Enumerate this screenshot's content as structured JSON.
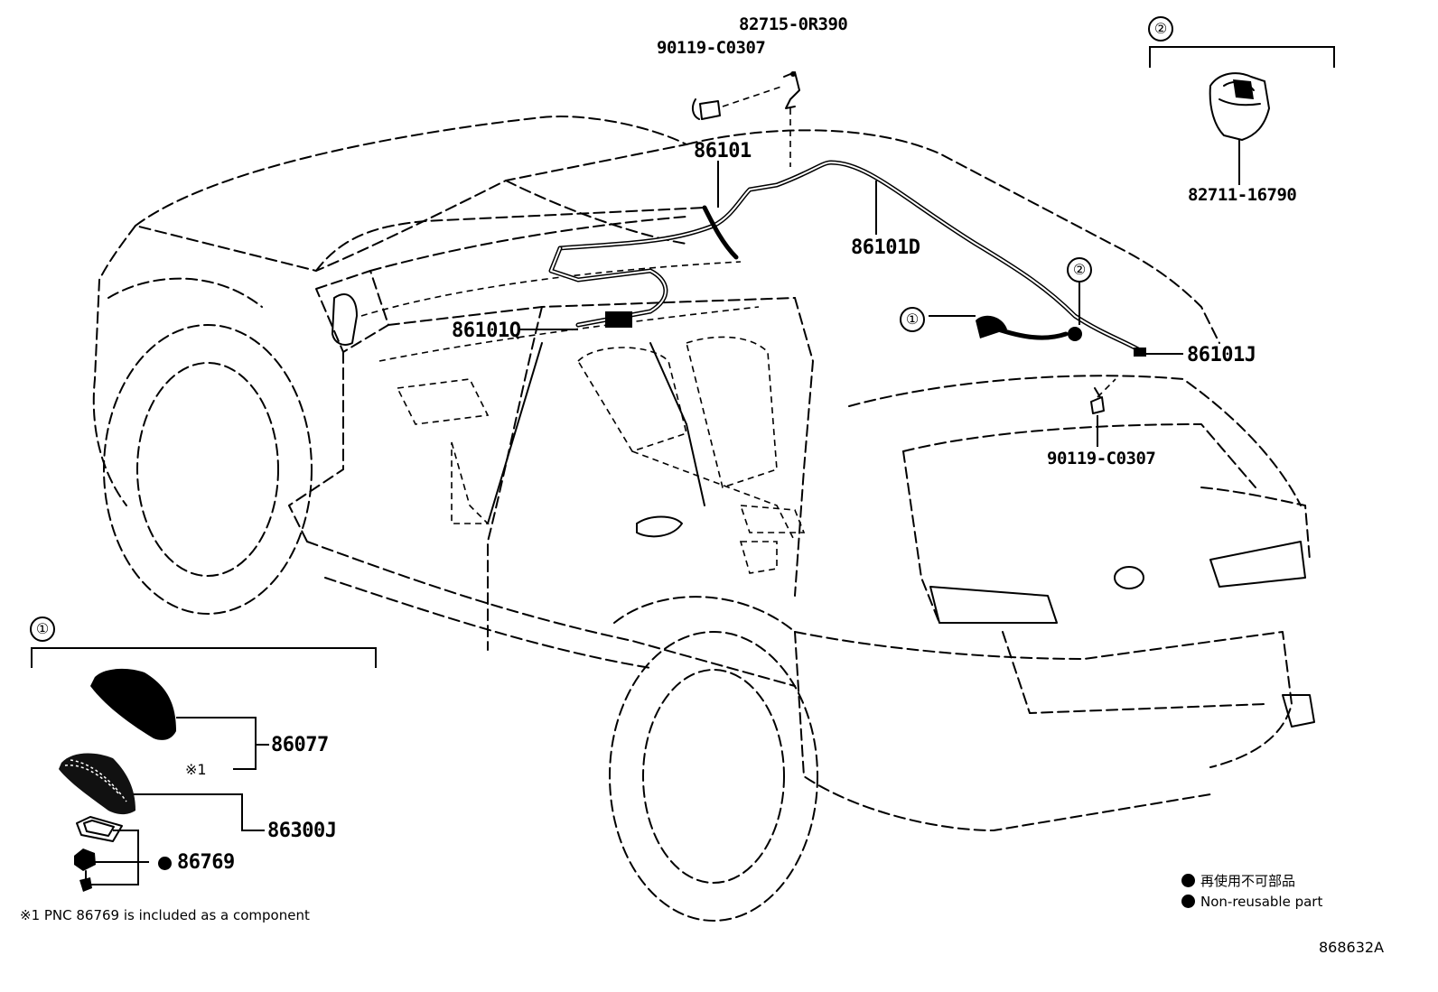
{
  "parts": {
    "p82715": "82715-0R390",
    "p90119_top": "90119-C0307",
    "p86101": "86101",
    "p86101D": "86101D",
    "p86101Q": "86101Q",
    "p86101J": "86101J",
    "p90119_bottom": "90119-C0307",
    "p82711": "82711-16790",
    "p86077": "86077",
    "p86300J": "86300J",
    "p86769": "86769"
  },
  "callouts": {
    "circle_1": "①",
    "circle_2": "②",
    "asterisk_1": "※1"
  },
  "notes": {
    "footnote": "※1 PNC 86769 is included as a component",
    "legend_jp": "再使用不可部品",
    "legend_en": "Non-reusable part"
  },
  "diagram_code": "868632A"
}
